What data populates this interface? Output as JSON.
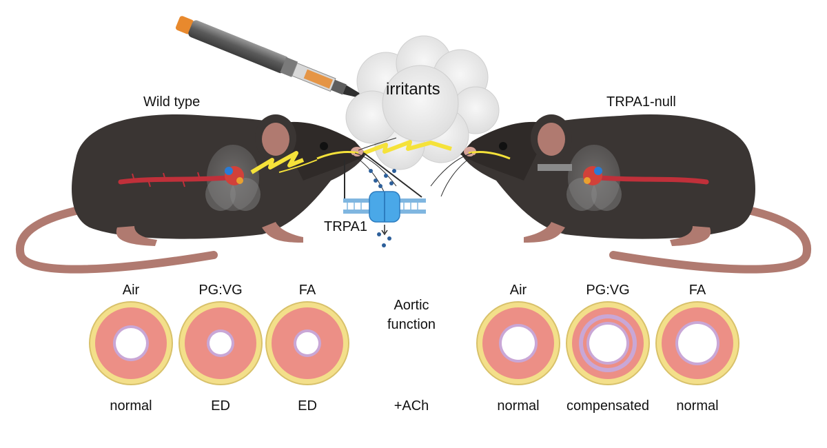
{
  "labels": {
    "irritants": "irritants",
    "wild_type": "Wild type",
    "trpa1_null": "TRPA1-null",
    "trpa1_channel": "TRPA1",
    "aortic_function_line1": "Aortic",
    "aortic_function_line2": "function",
    "ach": "+ACh"
  },
  "wild_type_groups": [
    {
      "exposure": "Air",
      "result": "normal"
    },
    {
      "exposure": "PG:VG",
      "result": "ED"
    },
    {
      "exposure": "FA",
      "result": "ED"
    }
  ],
  "trpa1_null_groups": [
    {
      "exposure": "Air",
      "result": "normal"
    },
    {
      "exposure": "PG:VG",
      "result": "compensated"
    },
    {
      "exposure": "FA",
      "result": "normal"
    }
  ],
  "colors": {
    "mouse_body": "#3a3533",
    "mouse_skin": "#b07a70",
    "aorta_red": "#c0303a",
    "vessel_wall": "#ec8f86",
    "adventitia": "#f3df8a",
    "intima": "#c9a7d6",
    "nerve_yellow": "#f5e23a",
    "smoke": "#e6e6e6",
    "membrane_blue": "#7fb6e0",
    "channel_blue": "#4aa8e8"
  }
}
